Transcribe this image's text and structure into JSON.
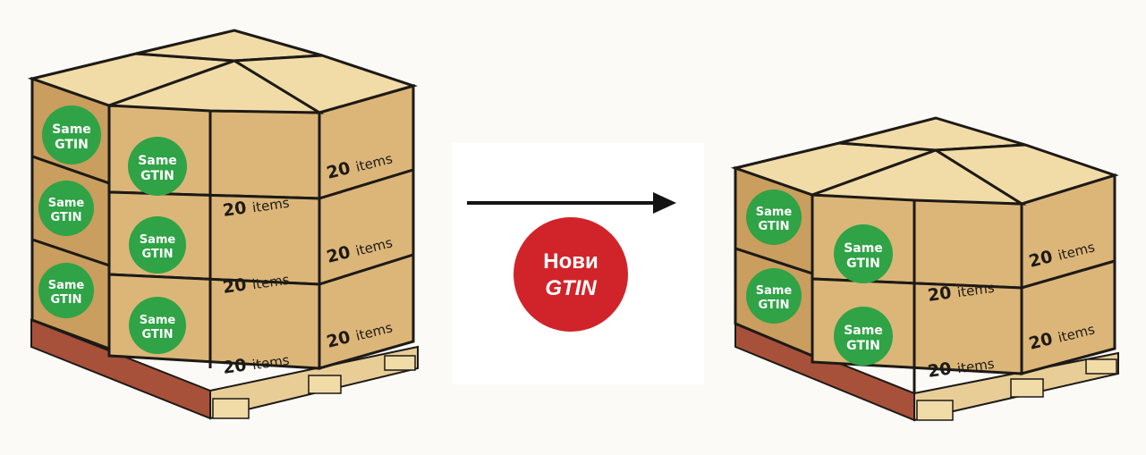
{
  "box_label": {
    "line1": "Same",
    "line2": "GTIN"
  },
  "box_count": {
    "number": "20",
    "unit": "items"
  },
  "change_badge": {
    "line1": "Нови",
    "line2": "GTIN"
  },
  "colors": {
    "box_front": "#dcb679",
    "box_side": "#c99e5e",
    "box_top": "#f1dca8",
    "label_green": "#2fa346",
    "badge_red": "#d1242a",
    "pallet_wood": "#e8cd97",
    "pallet_dark": "#a7503a",
    "outline": "#1d1a16"
  },
  "left_pallet": {
    "layers": 3,
    "layout": "2x2 boxes per layer"
  },
  "right_pallet": {
    "layers": 2,
    "layout": "2x2 boxes per layer"
  },
  "arrow": {
    "direction": "right"
  }
}
